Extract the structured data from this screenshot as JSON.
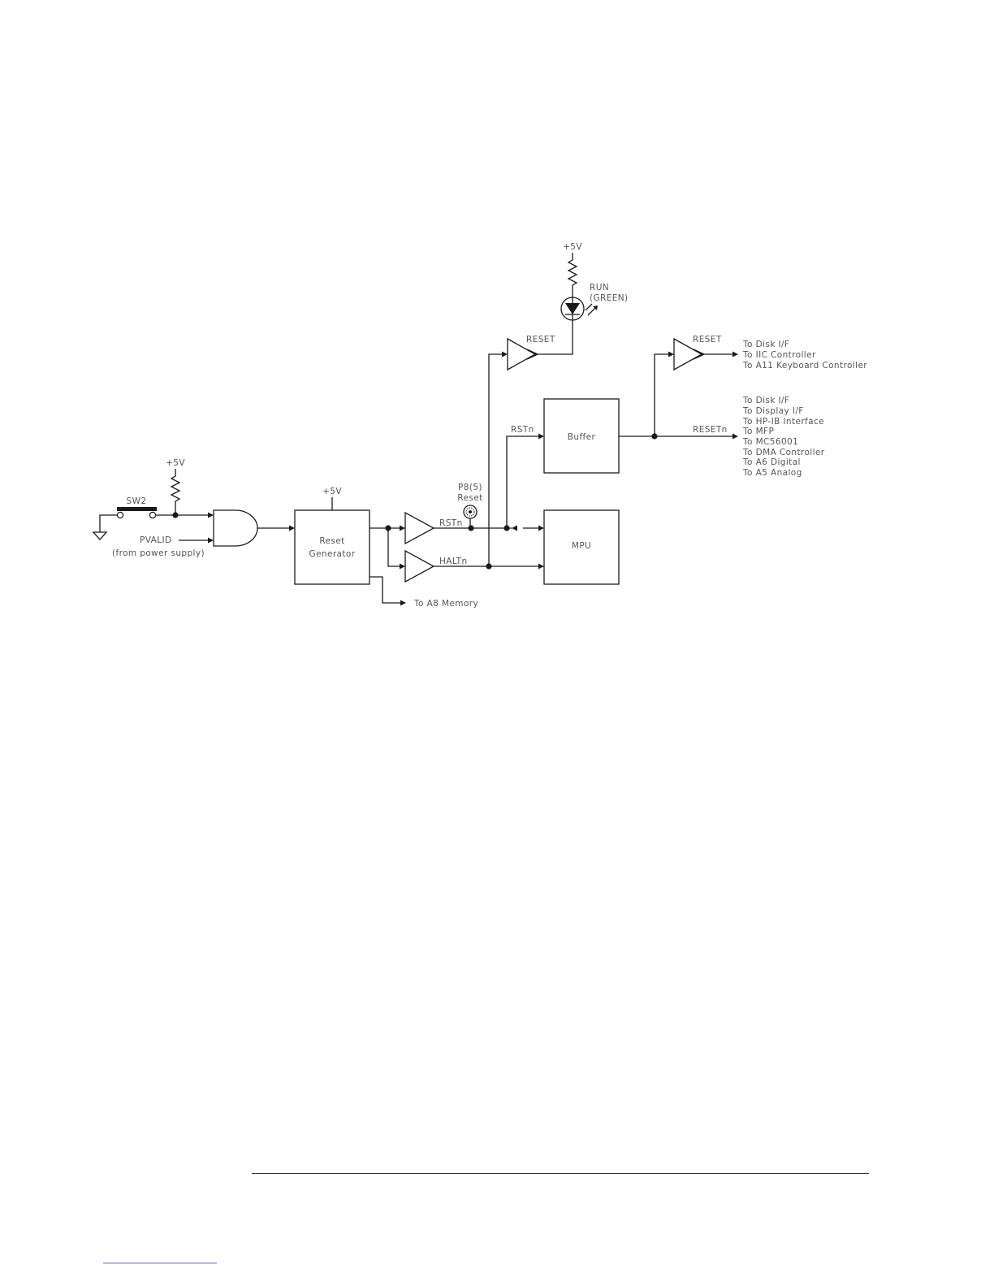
{
  "labels": {
    "sw2": "SW2",
    "plus5v_sw": "+5V",
    "pvalid": "PVALID",
    "pvalid_note": "(from power supply)",
    "plus5v_gen": "+5V",
    "reset_generator_line1": "Reset",
    "reset_generator_line2": "Generator",
    "to_a8_memory": "To A8 Memory",
    "testpoint_line1": "P8(5)",
    "testpoint_line2": "Reset",
    "rstn_main": "RSTn",
    "haltn": "HALTn",
    "rstn_branch": "RSTn",
    "buffer": "Buffer",
    "mpu": "MPU",
    "plus5v_led": "+5V",
    "run_line1": "RUN",
    "run_line2": "(GREEN)",
    "reset_led": "RESET",
    "reset_right": "RESET",
    "resetn": "RESETn",
    "reset_destinations": [
      "To Disk I/F",
      "To IIC Controller",
      "To A11 Keyboard Controller"
    ],
    "resetn_destinations": [
      "To Disk I/F",
      "To Display I/F",
      "To HP-IB Interface",
      "To MFP",
      "To MC56001",
      "To DMA Controller",
      "To A6 Digital",
      "To A5 Analog"
    ]
  }
}
